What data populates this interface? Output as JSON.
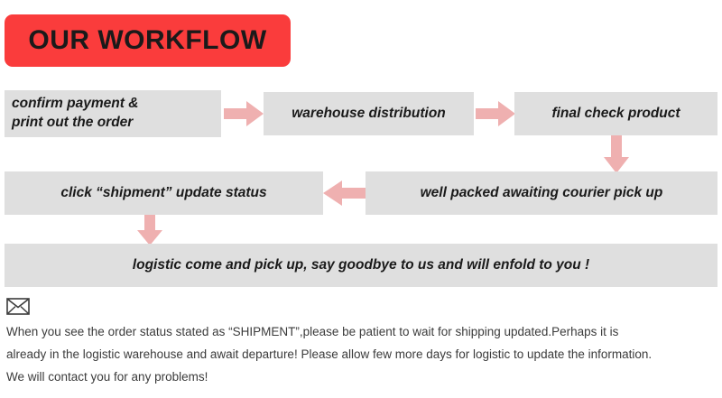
{
  "header": {
    "title": "OUR WORKFLOW",
    "banner_color": "#fa3c3c"
  },
  "theme": {
    "box_fill": "#dfdfdf",
    "arrow_color": "#efb0b0",
    "text_color": "#1a1a1a",
    "footer_text_color": "#3b3b3b"
  },
  "flow": {
    "steps": [
      {
        "id": "confirm-payment",
        "label": "confirm payment &\n     print out the order"
      },
      {
        "id": "warehouse",
        "label": "warehouse distribution"
      },
      {
        "id": "final-check",
        "label": "final check product"
      },
      {
        "id": "click-shipment",
        "label": "click “shipment” update status"
      },
      {
        "id": "well-packed",
        "label": "well packed awaiting courier pick up"
      },
      {
        "id": "logistic-pickup",
        "label": "logistic come and pick up,   say goodbye to us and will enfold to you !"
      }
    ],
    "connectors": [
      {
        "id": "arrow-confirm-to-warehouse",
        "icon": "arrow-right-icon",
        "direction": "right"
      },
      {
        "id": "arrow-warehouse-to-final",
        "icon": "arrow-right-icon",
        "direction": "right"
      },
      {
        "id": "arrow-final-to-packed",
        "icon": "arrow-down-icon",
        "direction": "down"
      },
      {
        "id": "arrow-packed-to-click",
        "icon": "arrow-left-icon",
        "direction": "left"
      },
      {
        "id": "arrow-click-to-logistic",
        "icon": "arrow-down-icon",
        "direction": "down"
      }
    ]
  },
  "footer": {
    "icon": "envelope-icon",
    "lines": [
      "When you see the order status stated as “SHIPMENT”,please be patient to wait for shipping updated.Perhaps it is",
      "already in the logistic warehouse and await departure! Please allow few more days for logistic to update the information.",
      "We will contact you for any problems!"
    ]
  }
}
